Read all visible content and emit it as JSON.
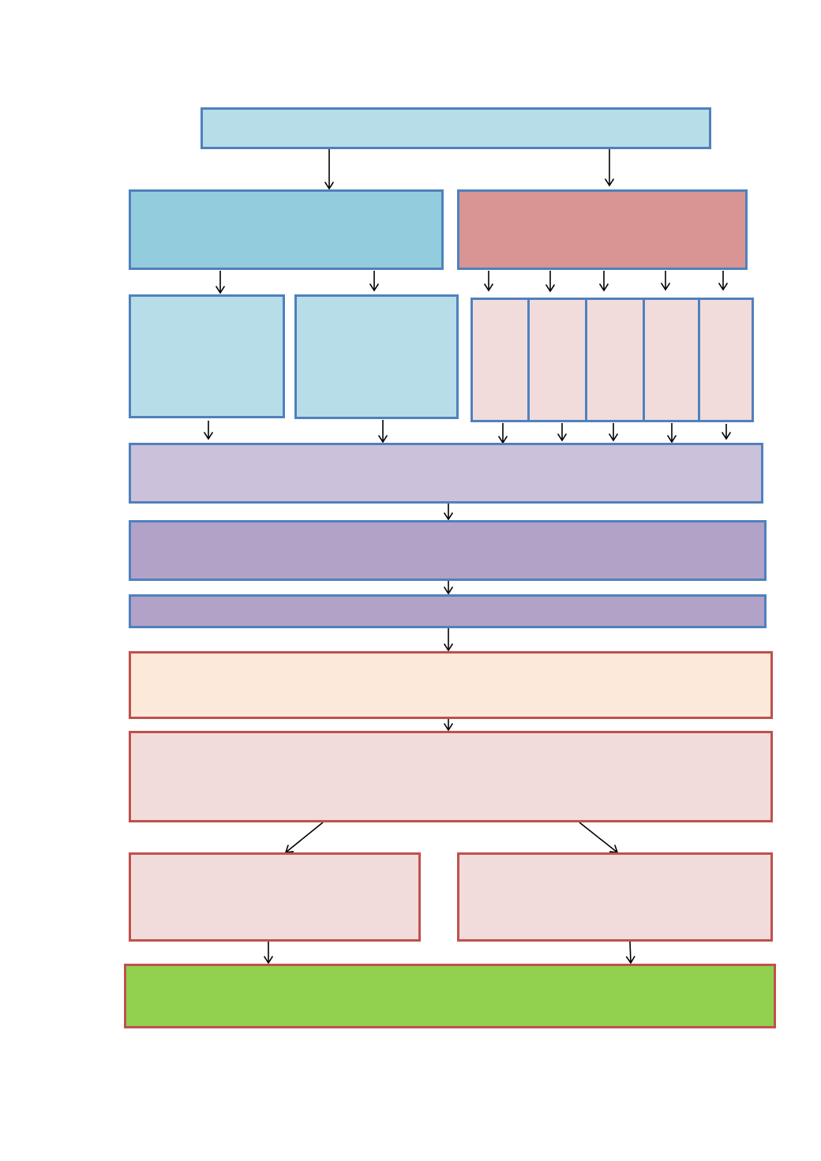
{
  "colors": {
    "border_blue": "#4f81bd",
    "border_red": "#c0504d",
    "light_blue": "#b7dde8",
    "mid_blue": "#93cddd",
    "rose": "#d99594",
    "pale_pink": "#f2dcdb",
    "lavender": "#ccc1da",
    "purple": "#b2a2c7",
    "peach": "#fde9d9",
    "green": "#92d050",
    "arrow": "#000000"
  },
  "diagram": {
    "nodes": [
      {
        "id": "root",
        "label": ""
      },
      {
        "id": "branch-left",
        "label": ""
      },
      {
        "id": "branch-right",
        "label": ""
      },
      {
        "id": "left-child-1",
        "label": ""
      },
      {
        "id": "left-child-2",
        "label": ""
      },
      {
        "id": "right-child-1",
        "label": ""
      },
      {
        "id": "right-child-2",
        "label": ""
      },
      {
        "id": "right-child-3",
        "label": ""
      },
      {
        "id": "right-child-4",
        "label": ""
      },
      {
        "id": "right-child-5",
        "label": ""
      },
      {
        "id": "merge-stage",
        "label": ""
      },
      {
        "id": "stage-2",
        "label": ""
      },
      {
        "id": "stage-3",
        "label": ""
      },
      {
        "id": "stage-4",
        "label": ""
      },
      {
        "id": "stage-5",
        "label": ""
      },
      {
        "id": "split-left",
        "label": ""
      },
      {
        "id": "split-right",
        "label": ""
      },
      {
        "id": "final-stage",
        "label": ""
      }
    ]
  }
}
